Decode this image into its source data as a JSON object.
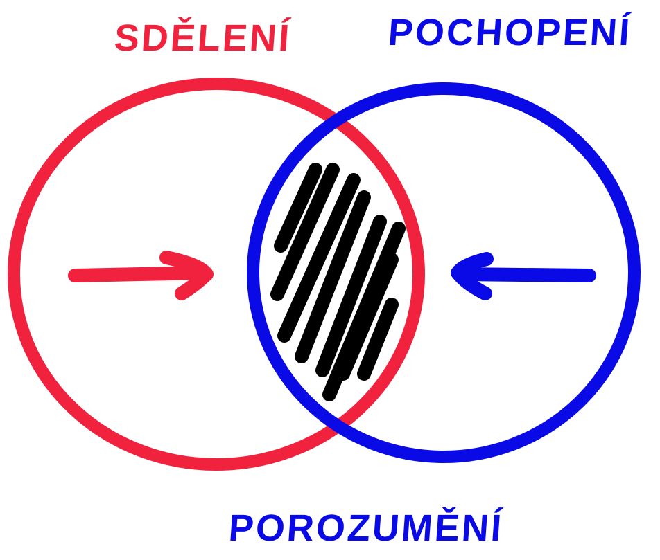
{
  "labels": {
    "left": "SDĚLENÍ",
    "right": "POCHOPENÍ",
    "bottom": "POROZUMĚNÍ"
  },
  "colors": {
    "left": "#f0223d",
    "right": "#0a0ae6",
    "overlap_hatch": "#000000"
  }
}
